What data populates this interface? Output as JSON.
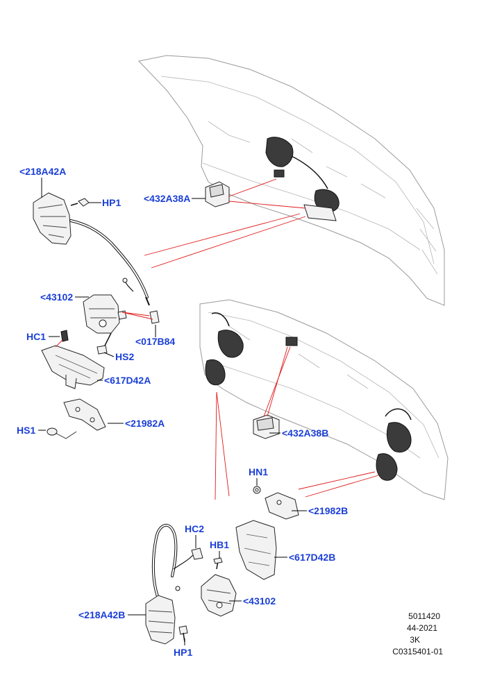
{
  "labels": {
    "l_218A42A": "<218A42A",
    "l_HP1_top": "HP1",
    "l_432A38A": "<432A38A",
    "l_43102_top": "<43102",
    "l_017B84": "<017B84",
    "l_HC1": "HC1",
    "l_HS2": "HS2",
    "l_617D42A": "<617D42A",
    "l_21982A": "<21982A",
    "l_HS1": "HS1",
    "l_432A38B": "<432A38B",
    "l_HN1": "HN1",
    "l_21982B": "<21982B",
    "l_HC2": "HC2",
    "l_HB1": "HB1",
    "l_617D42B": "<617D42B",
    "l_43102_bot": "<43102",
    "l_218A42B": "<218A42B",
    "l_HP1_bot": "HP1"
  },
  "reference": {
    "code": "5011420",
    "date": "44-2021",
    "rev": "3K",
    "id": "C0315401-01"
  },
  "colors": {
    "label": "#1a3fd6",
    "callout_line": "#e01818"
  }
}
